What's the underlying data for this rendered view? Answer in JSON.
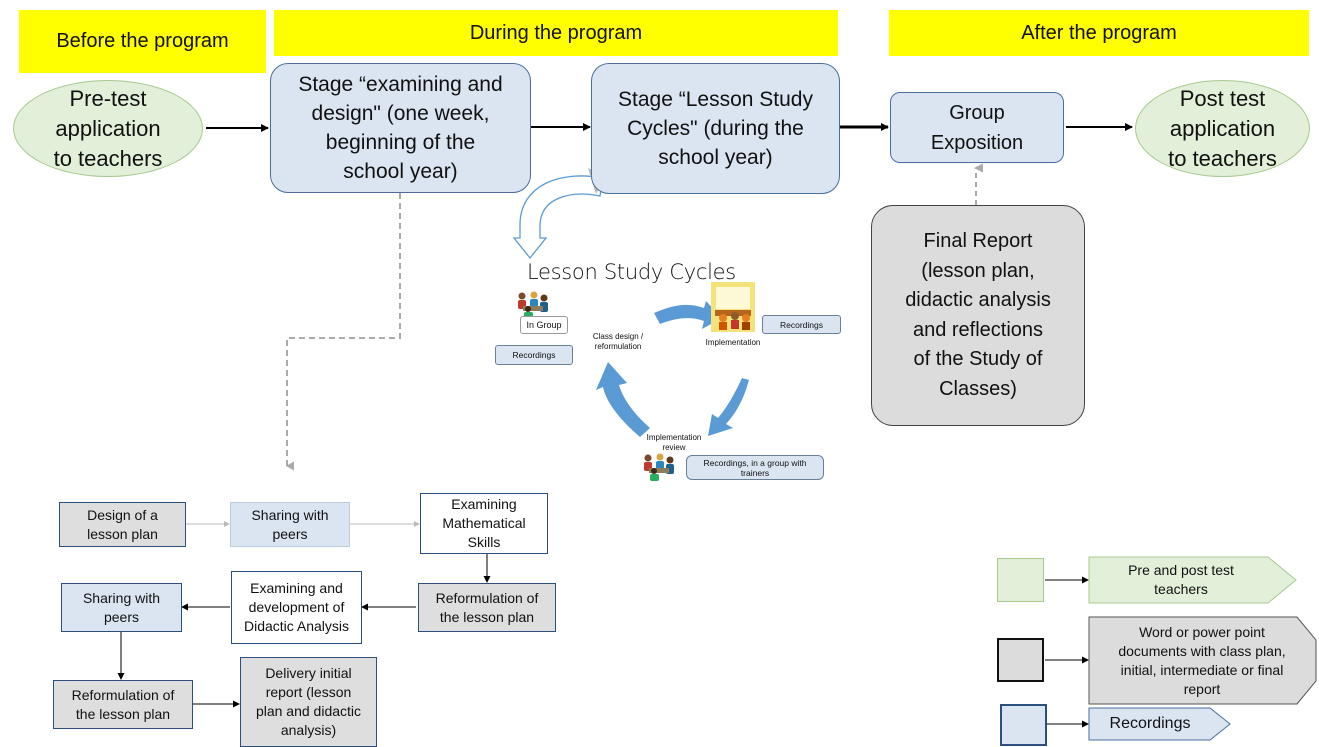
{
  "phases": {
    "before": "Before the program",
    "during": "During the program",
    "after": "After the program"
  },
  "main": {
    "pretest": [
      "Pre-test",
      "application",
      "to teachers"
    ],
    "stage1": [
      "Stage “examining and",
      "design\" (one week,",
      "beginning of the",
      "school year)"
    ],
    "stage2": [
      "Stage “Lesson Study",
      "Cycles\" (during the",
      "school year)"
    ],
    "group": [
      "Group",
      "Exposition"
    ],
    "posttest": [
      "Post test",
      "application",
      "to teachers"
    ],
    "final_report": [
      "Final Report",
      "(lesson plan,",
      "didactic analysis",
      "and reflections",
      "of the Study of",
      "Classes)"
    ]
  },
  "cycle": {
    "title": "Lesson Study Cycles",
    "in_group": "In Group",
    "class_design": [
      "Class design /",
      "reformulation"
    ],
    "recordings_left": "Recordings",
    "recordings_right": "Recordings",
    "implementation": "Implementation",
    "review": [
      "Implementation",
      "review"
    ],
    "recordings_trainers": [
      "Recordings, in a group with",
      "trainers"
    ]
  },
  "flow": {
    "design": [
      "Design of a",
      "lesson plan"
    ],
    "sharing1": [
      "Sharing with",
      "peers"
    ],
    "examining_math": [
      "Examining",
      "Mathematical",
      "Skills"
    ],
    "reform1": [
      "Reformulation of",
      "the lesson plan"
    ],
    "examining_dev": [
      "Examining and",
      "development of",
      "Didactic Analysis"
    ],
    "sharing2": [
      "Sharing with",
      "peers"
    ],
    "reform2": [
      "Reformulation of",
      "the lesson plan"
    ],
    "delivery": [
      "Delivery initial",
      "report (lesson",
      "plan and didactic",
      "analysis)"
    ]
  },
  "legend": {
    "pre_post": [
      "Pre and post test",
      "teachers"
    ],
    "word": [
      "Word or power point",
      "documents with class plan,",
      "initial, intermediate or final",
      "report"
    ],
    "recordings": "Recordings"
  },
  "colors": {
    "phase_yellow": "#ffff00",
    "ellipse_green": "#e2efd9",
    "stage_blue": "#dae5f1",
    "doc_grey": "#dcdcdc",
    "cycle_arrow": "#5b9bd5"
  }
}
